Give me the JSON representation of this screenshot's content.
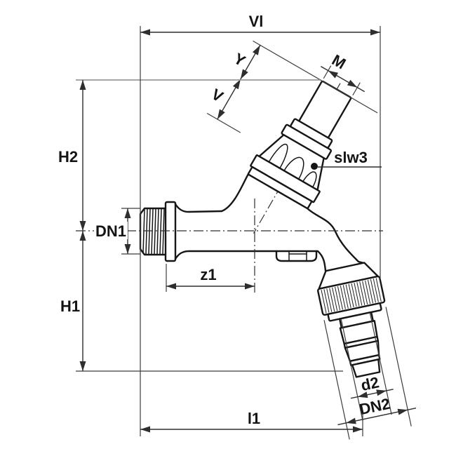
{
  "drawing": {
    "labels": {
      "vl": "Vl",
      "y": "Y",
      "m": "M",
      "v": "V",
      "h2": "H2",
      "slw3": "slw3",
      "dn1": "DN1",
      "z1": "z1",
      "h1": "H1",
      "d2": "d2",
      "dn2": "DN2",
      "l1": "l1"
    },
    "colors": {
      "outline": "#161616",
      "dimension": "#2e2e2e",
      "reference": "#9a9a9a",
      "background": "#ffffff"
    }
  }
}
